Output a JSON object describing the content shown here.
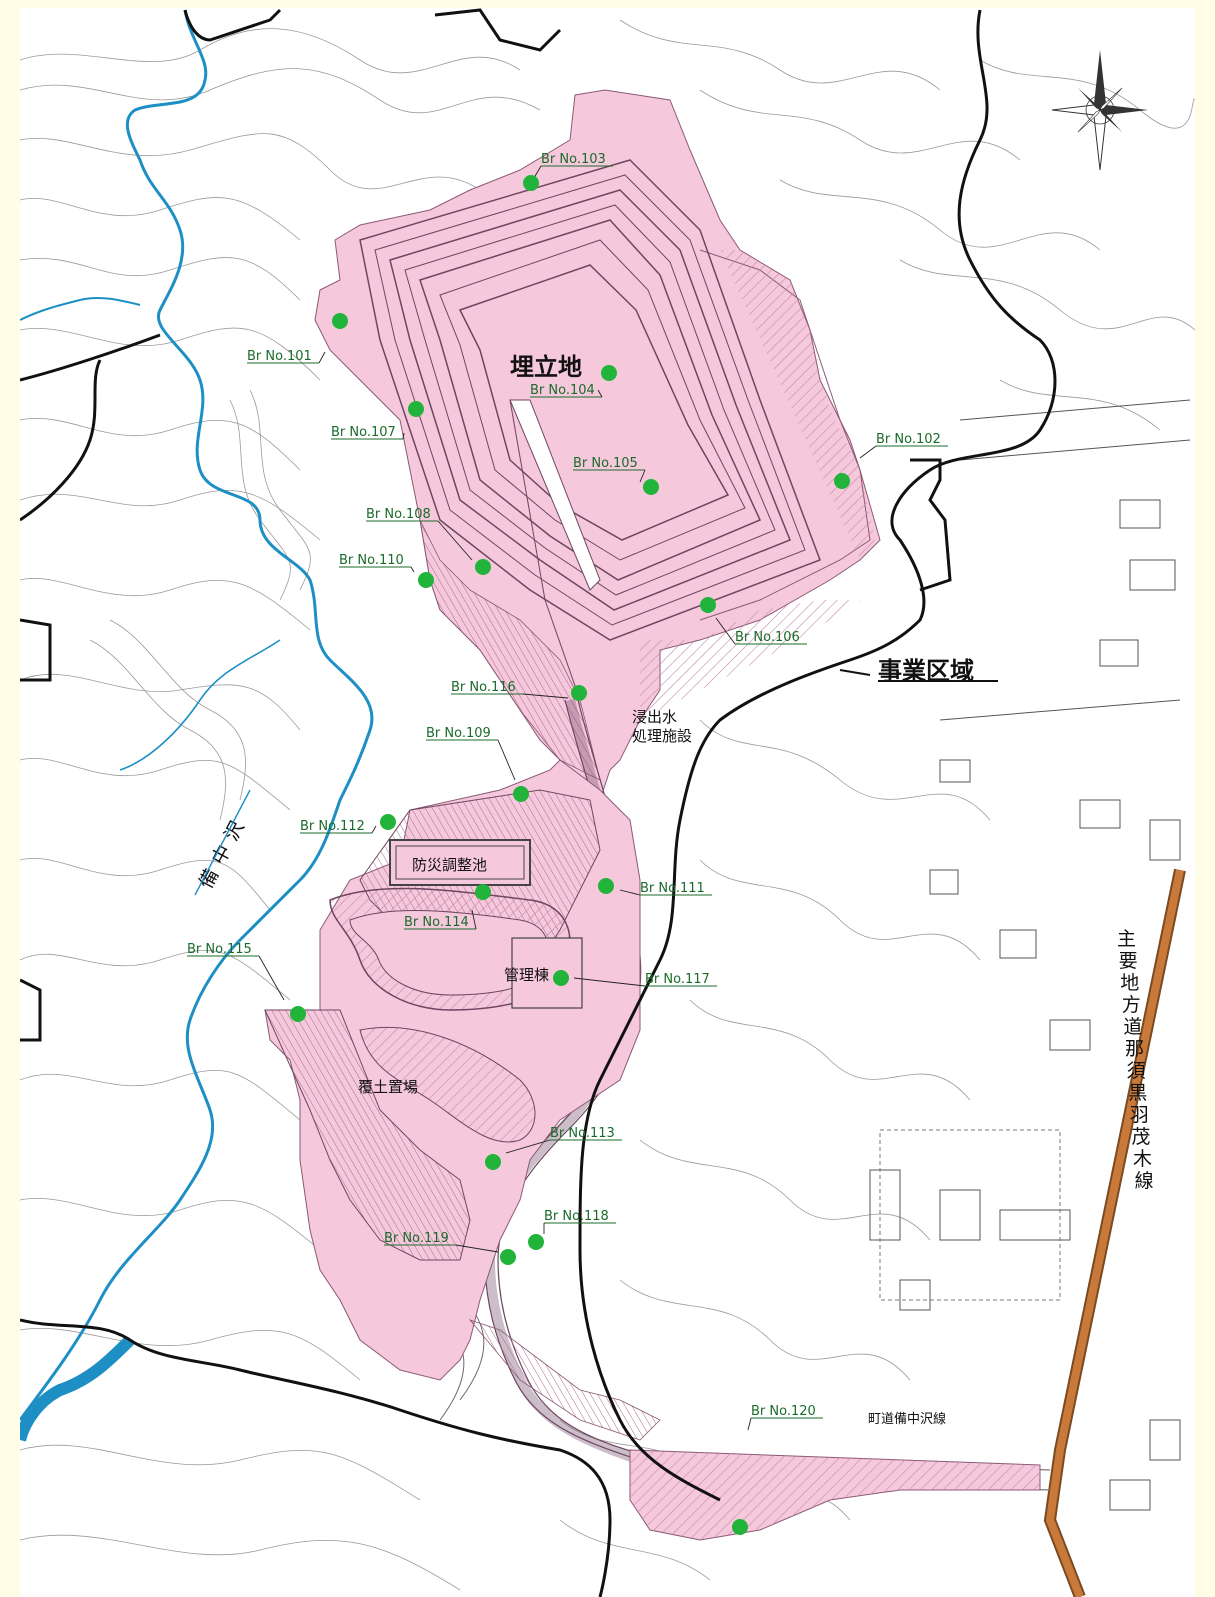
{
  "colors": {
    "background": "#fffde6",
    "map_background": "#ffffff",
    "site_fill": "#f6c8dc",
    "site_hatch": "#c48aa6",
    "borehole_dot": "#22b33a",
    "borehole_label": "#1a6b2a",
    "stream": "#1d8fc4",
    "road": "#c97a3a",
    "boundary": "#111111",
    "contour": "#9a9a9a"
  },
  "labels": {
    "landfill": "埋立地",
    "project_area": "事業区域",
    "leachate": [
      "浸出水",
      "処理施設"
    ],
    "disaster_pond": "防災調整池",
    "management_bldg": "管理棟",
    "cover_soil": "覆土置場",
    "stream_name": "備中沢",
    "town_road": "町道備中沢線",
    "prefectural_road": "主要地方道那須黒羽茂木線"
  },
  "boreholes": [
    {
      "label": "Br No.101"
    },
    {
      "label": "Br No.102"
    },
    {
      "label": "Br No.103"
    },
    {
      "label": "Br No.104"
    },
    {
      "label": "Br No.105"
    },
    {
      "label": "Br No.106"
    },
    {
      "label": "Br No.107"
    },
    {
      "label": "Br No.108"
    },
    {
      "label": "Br No.109"
    },
    {
      "label": "Br No.110"
    },
    {
      "label": "Br No.111"
    },
    {
      "label": "Br No.112"
    },
    {
      "label": "Br No.113"
    },
    {
      "label": "Br No.114"
    },
    {
      "label": "Br No.115"
    },
    {
      "label": "Br No.116"
    },
    {
      "label": "Br No.117"
    },
    {
      "label": "Br No.118"
    },
    {
      "label": "Br No.119"
    },
    {
      "label": "Br No.120"
    }
  ],
  "icons": {
    "north_arrow": "compass-rose-icon"
  }
}
